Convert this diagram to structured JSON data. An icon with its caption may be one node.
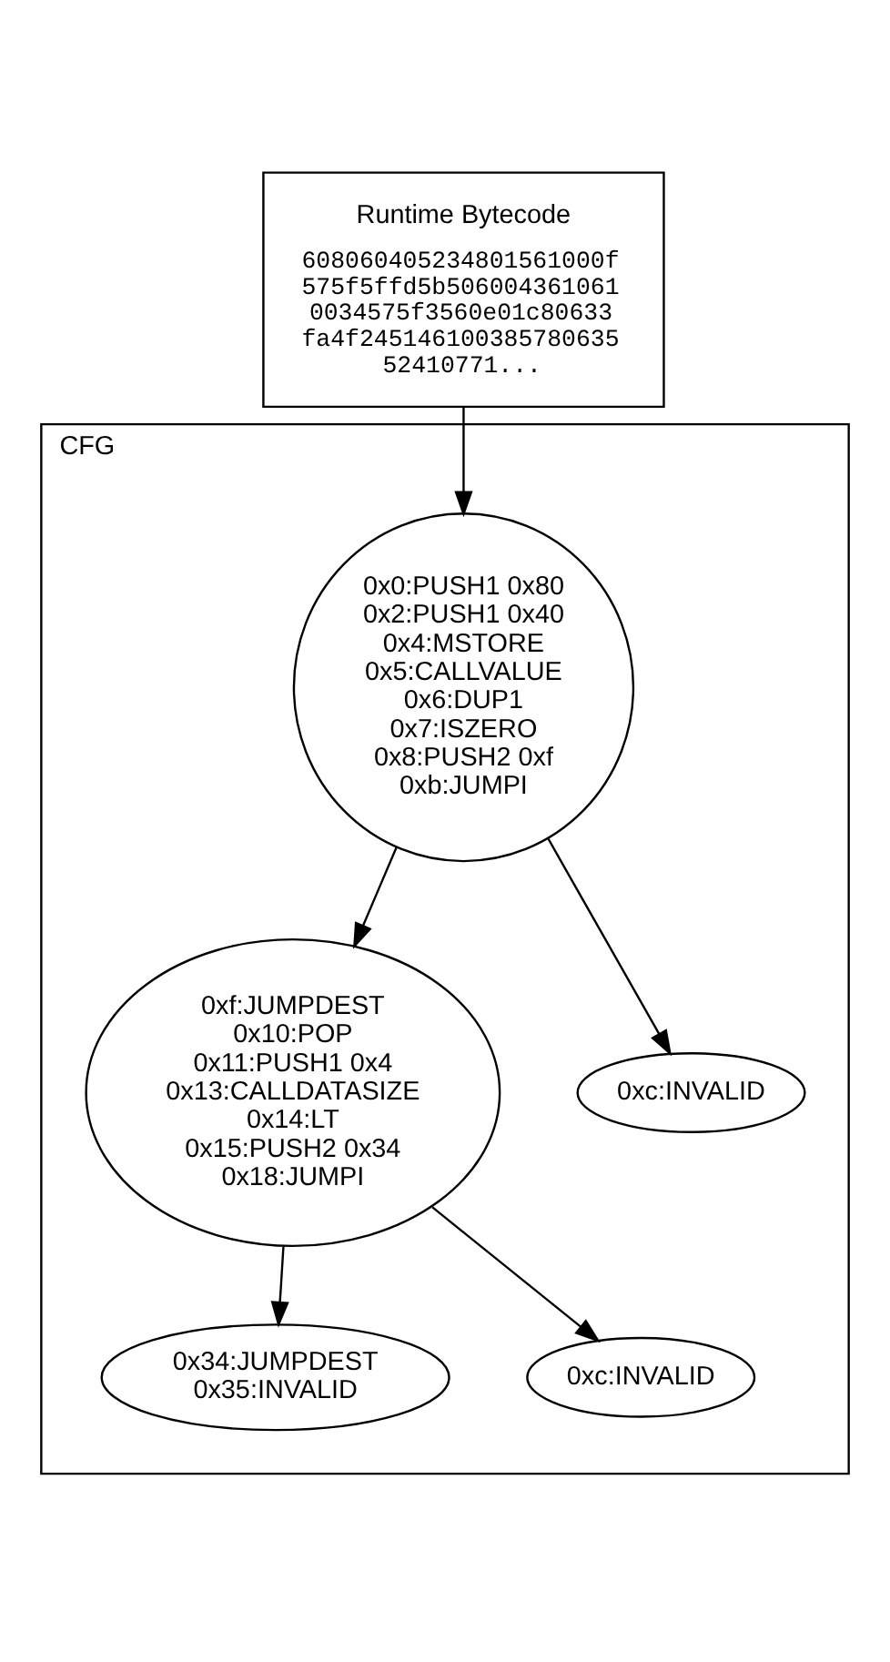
{
  "diagram": {
    "nodes": [
      {
        "text": [
          "Runtime Bytecode",
          "608060405234801561000f 575f5ffd5b506004361061 0034575f3560e01c80633 fa4f245146100385780635 52410771..."
        ]
      },
      {
        "text": [
          "CFG"
        ]
      },
      {
        "text": [
          "0x0:PUSH1 0x80",
          "0x2:PUSH1 0x40",
          "0x4:MSTORE",
          "0x5:CALLVALUE",
          "0x6:DUP1",
          "0x7:ISZERO",
          "0x8:PUSH2 0xf",
          "0xb:JUMPI"
        ],
        "in": 1
      },
      {
        "text": [
          "0xf:JUMPDEST",
          "0x10:POP",
          "0x11:PUSH1 0x4",
          "0x13:CALLDATASIZE",
          "0x14:LT",
          "0x15:PUSH2 0x34",
          "0x18:JUMPI"
        ],
        "in": 1
      },
      {
        "text": [
          "0xc:INVALID"
        ],
        "in": 1
      },
      {
        "text": [
          "0x34:JUMPDEST",
          "0x35:INVALID"
        ],
        "in": 1
      },
      {
        "text": [
          "0xc:INVALID"
        ],
        "in": 1
      }
    ],
    "edges": [
      {
        "from": 0,
        "to": 2,
        "arrow": "to"
      },
      {
        "from": 2,
        "to": 3,
        "arrow": "to"
      },
      {
        "from": 2,
        "to": 4,
        "arrow": "to"
      },
      {
        "from": 3,
        "to": 5,
        "arrow": "to"
      },
      {
        "from": 3,
        "to": 6,
        "arrow": "to"
      }
    ]
  }
}
